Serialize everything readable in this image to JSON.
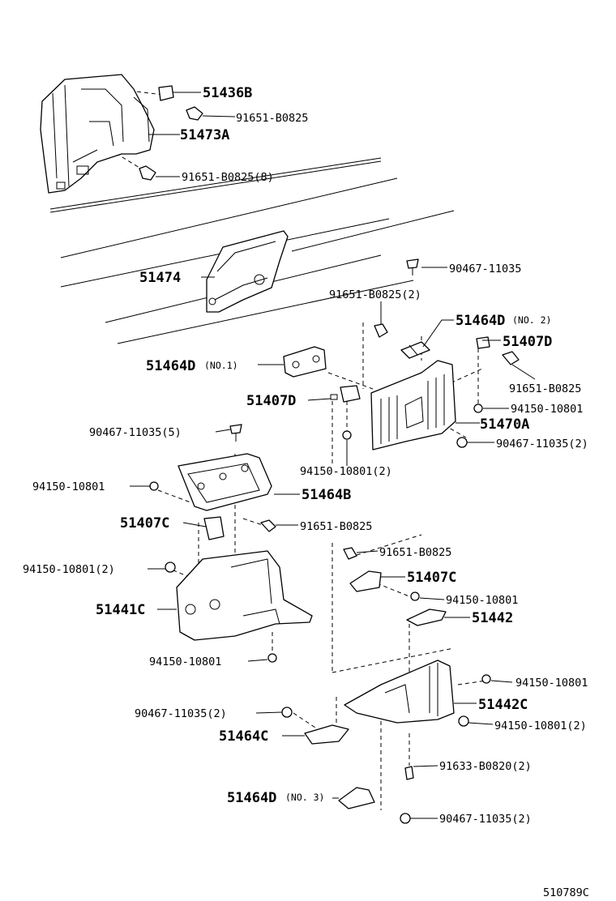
{
  "diagram_id": "510789C",
  "callouts": {
    "c51436B": "51436B",
    "c91651_1": "91651-B0825",
    "c51473A": "51473A",
    "c91651_8": "91651-B0825(8)",
    "c90467_a": "90467-11035",
    "c51474": "51474",
    "c91651_2": "91651-B0825(2)",
    "c51464D_no2_num": "51464D",
    "c51464D_no2_sub": "(NO. 2)",
    "c51407D_r": "51407D",
    "c51464D_no1_num": "51464D",
    "c51464D_no1_sub": "(NO.1)",
    "c91651_r": "91651-B0825",
    "c51407D_l": "51407D",
    "c94150_r1": "94150-10801",
    "c51470A": "51470A",
    "c90467_5": "90467-11035(5)",
    "c90467_2a": "90467-11035(2)",
    "c94150_2a": "94150-10801(2)",
    "c94150_l1": "94150-10801",
    "c51464B": "51464B",
    "c51407C_l": "51407C",
    "c91651_m": "91651-B0825",
    "c91651_m2": "91651-B0825",
    "c94150_2b": "94150-10801(2)",
    "c51407C_r": "51407C",
    "c51441C": "51441C",
    "c94150_m": "94150-10801",
    "c51442": "51442",
    "c94150_b": "94150-10801",
    "c94150_r2": "94150-10801",
    "c90467_2b": "90467-11035(2)",
    "c51442C": "51442C",
    "c94150_2c": "94150-10801(2)",
    "c51464C": "51464C",
    "c91633": "91633-B0820(2)",
    "c51464D_no3_num": "51464D",
    "c51464D_no3_sub": "(NO. 3)",
    "c90467_2c": "90467-11035(2)"
  }
}
